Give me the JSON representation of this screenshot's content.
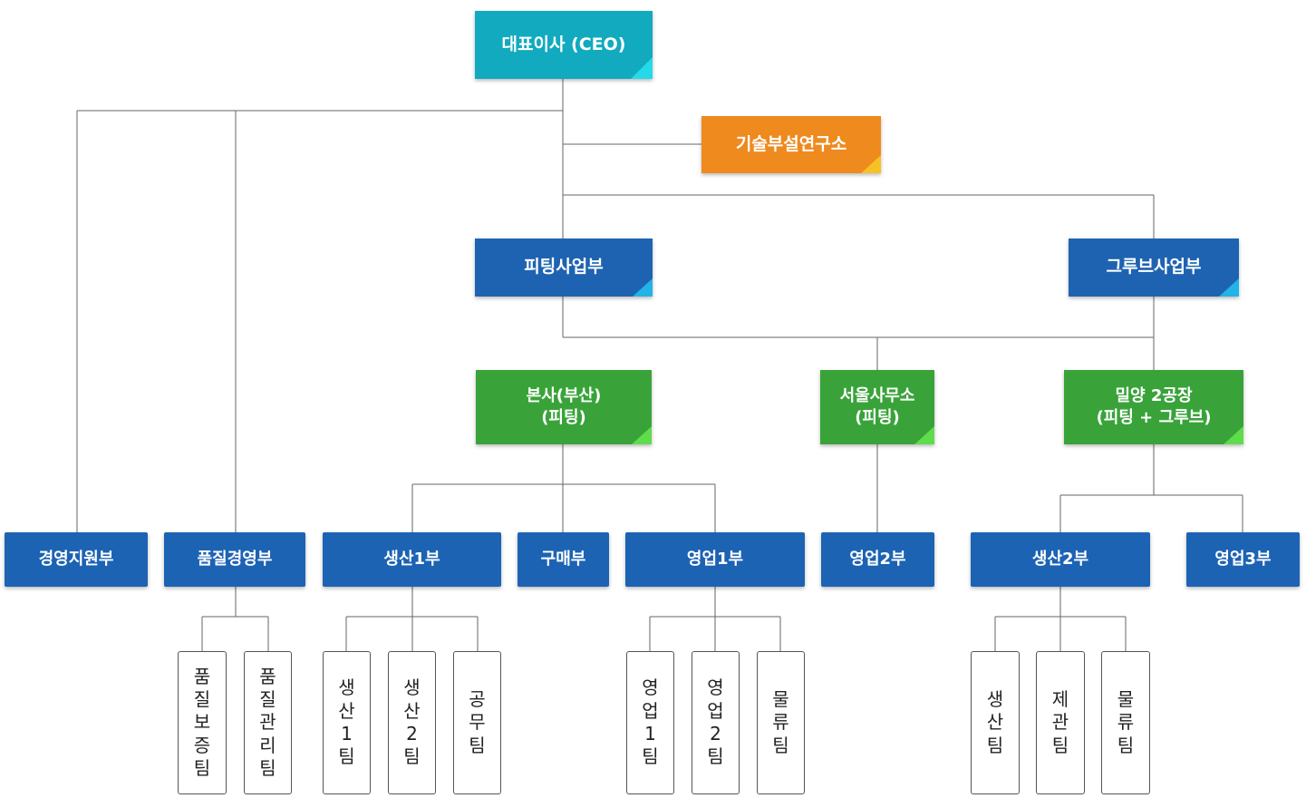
{
  "org": {
    "ceo": "대표이사 (CEO)",
    "lab": "기술부설연구소",
    "divisions": {
      "fitting": "피팅사업부",
      "groove": "그루브사업부"
    },
    "sites": {
      "hq_line1": "본사(부산)",
      "hq_line2": "(피팅)",
      "seoul_line1": "서울사무소",
      "seoul_line2": "(피팅)",
      "miryang_line1": "밀양 2공장",
      "miryang_line2": "(피팅 + 그루브)"
    },
    "departments": {
      "management": "경영지원부",
      "quality": "품질경영부",
      "production1": "생산1부",
      "purchasing": "구매부",
      "sales1": "영업1부",
      "sales2": "영업2부",
      "production2": "생산2부",
      "sales3": "영업3부"
    },
    "teams": {
      "qa": "품질보증팀",
      "qm": "품질관리팀",
      "prod1": "생산1팀",
      "prod2": "생산2팀",
      "engineering": "공무팀",
      "sales1": "영업1팀",
      "sales2": "영업2팀",
      "logistics1": "물류팀",
      "production": "생산팀",
      "manufacturing": "제관팀",
      "logistics2": "물류팀"
    }
  },
  "colors": {
    "ceo": "#12aabf",
    "lab": "#ee8a1e",
    "division": "#1e63b1",
    "site": "#39a33a",
    "department": "#1c63b3",
    "line": "#666666"
  }
}
